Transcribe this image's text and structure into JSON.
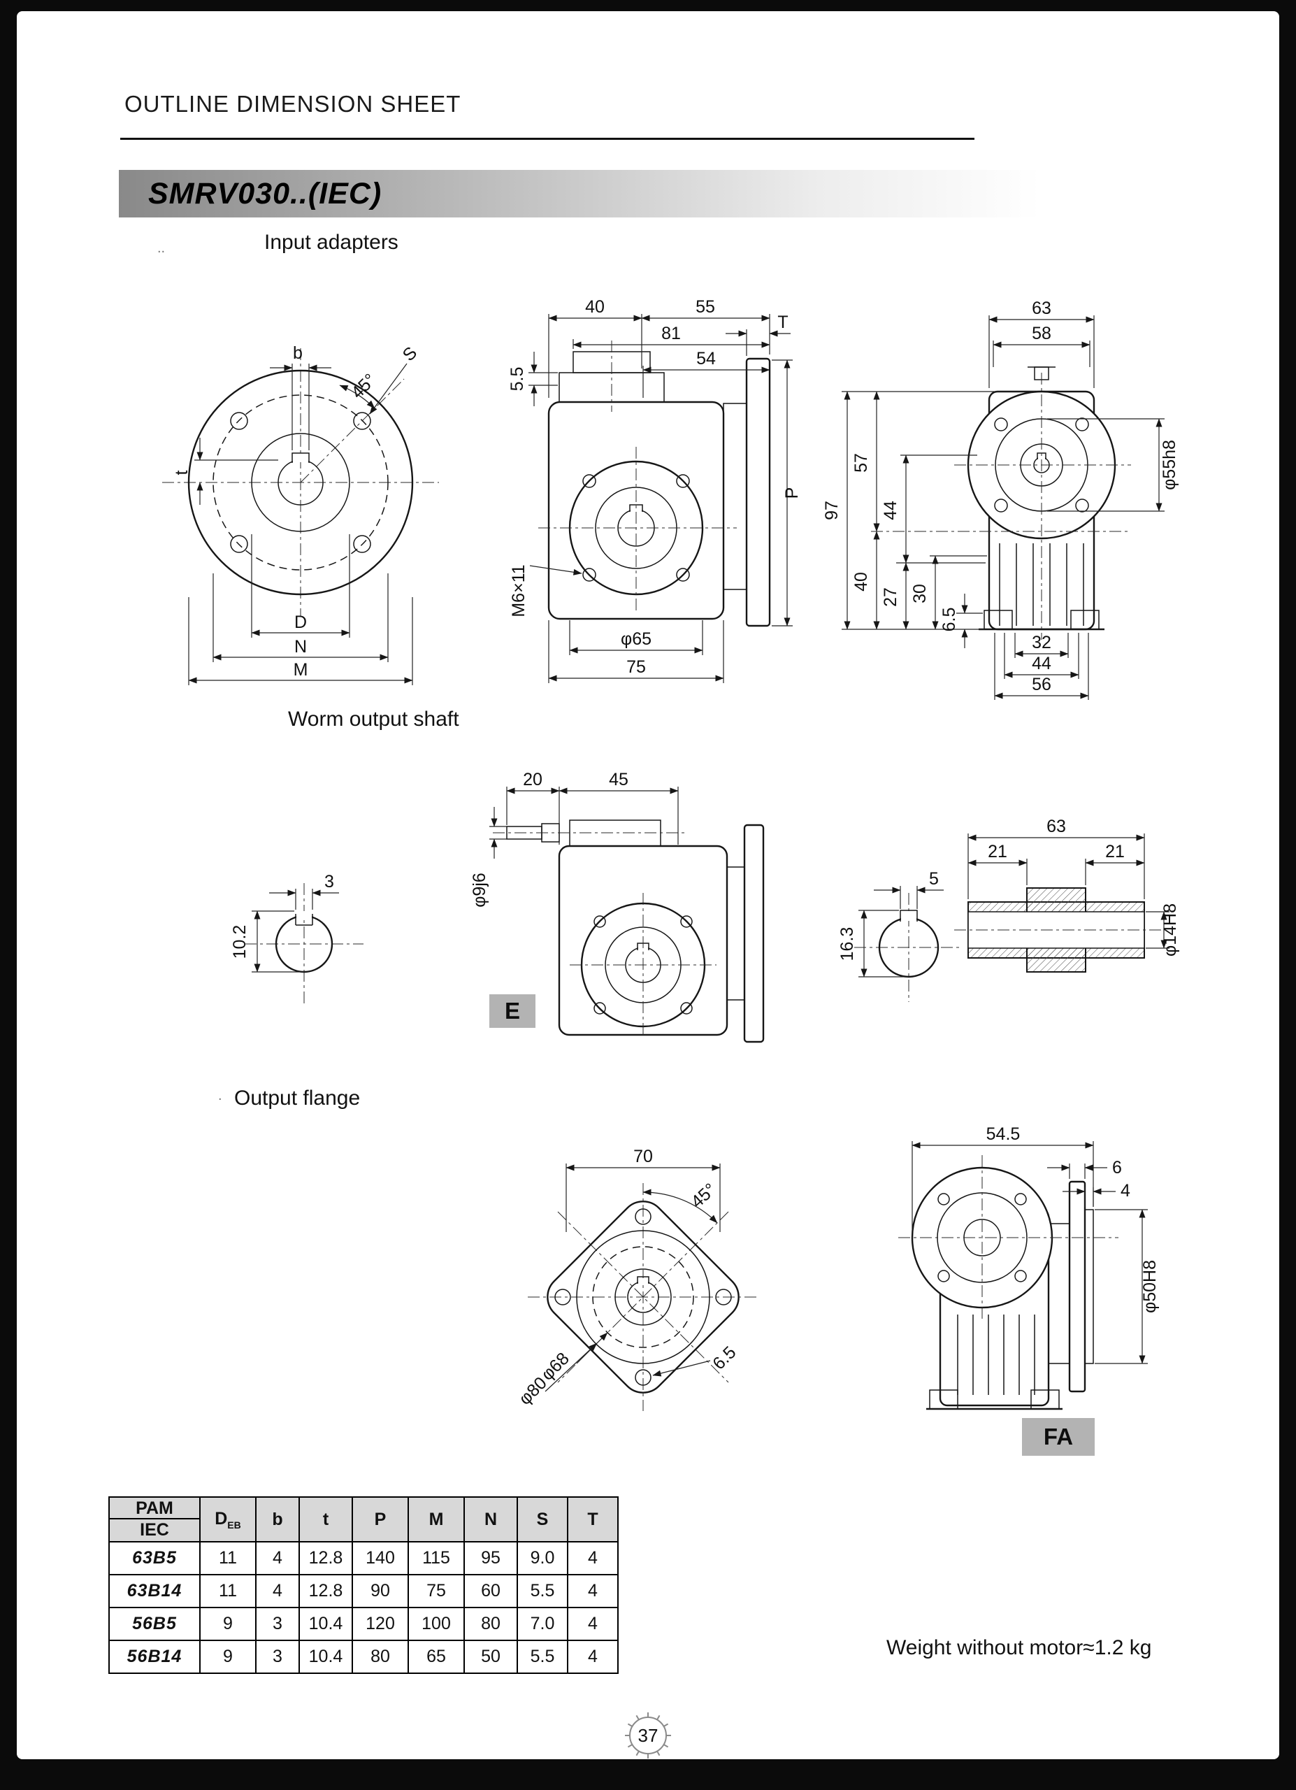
{
  "page": {
    "header": "OUTLINE DIMENSION SHEET",
    "model": "SMRV030..(IEC)",
    "weight_note": "Weight without motor≈1.2 kg",
    "page_number": "37"
  },
  "sections": {
    "input_adapters": "Input adapters",
    "worm_output_shaft": "Worm output shaft",
    "output_flange": "Output flange"
  },
  "artifacts": {
    "dots": "..",
    "dot": "."
  },
  "badges": {
    "e": "E",
    "fa": "FA"
  },
  "dims": {
    "input_front": {
      "b": "b",
      "s": "S",
      "angle": "45°",
      "t": "t",
      "d": "D",
      "n": "N",
      "m": "M"
    },
    "input_side": {
      "w40": "40",
      "w55": "55",
      "w81": "81",
      "t": "T",
      "w54": "54",
      "h55": "5.5",
      "p": "P",
      "tap": "M6×11",
      "phi65": "φ65",
      "w75": "75"
    },
    "input_back": {
      "w63": "63",
      "w58": "58",
      "h97": "97",
      "h57": "57",
      "h44": "44",
      "h30": "30",
      "h40": "40",
      "h27": "27",
      "h65": "6.5",
      "phi55": "φ55h8",
      "b32": "32",
      "b44": "44",
      "b56": "56"
    },
    "shaft_end": {
      "h102": "10.2",
      "w3": "3"
    },
    "worm_side": {
      "w20": "20",
      "w45": "45",
      "phi9": "φ9j6"
    },
    "bore_end": {
      "h163": "16.3",
      "w5": "5"
    },
    "bushing": {
      "w63": "63",
      "w21l": "21",
      "w21r": "21",
      "phi14": "φ14H8"
    },
    "flange_front": {
      "w70": "70",
      "angle": "45°",
      "phi68": "φ68",
      "phi80": "φ80",
      "slot": "6.5"
    },
    "flange_side": {
      "w545": "54.5",
      "w6": "6",
      "w4": "4",
      "phi50": "φ50H8"
    }
  },
  "table": {
    "pam": "PAM",
    "iec": "IEC",
    "col_d_main": "D",
    "col_d_sub": "EB",
    "cols": {
      "b": "b",
      "t": "t",
      "p": "P",
      "m": "M",
      "n": "N",
      "s": "S",
      "tt": "T"
    },
    "rows": [
      {
        "model": "63B5",
        "d": "11",
        "b": "4",
        "t": "12.8",
        "p": "140",
        "m": "115",
        "n": "95",
        "s": "9.0",
        "tt": "4"
      },
      {
        "model": "63B14",
        "d": "11",
        "b": "4",
        "t": "12.8",
        "p": "90",
        "m": "75",
        "n": "60",
        "s": "5.5",
        "tt": "4"
      },
      {
        "model": "56B5",
        "d": "9",
        "b": "3",
        "t": "10.4",
        "p": "120",
        "m": "100",
        "n": "80",
        "s": "7.0",
        "tt": "4"
      },
      {
        "model": "56B14",
        "d": "9",
        "b": "3",
        "t": "10.4",
        "p": "80",
        "m": "65",
        "n": "50",
        "s": "5.5",
        "tt": "4"
      }
    ]
  }
}
